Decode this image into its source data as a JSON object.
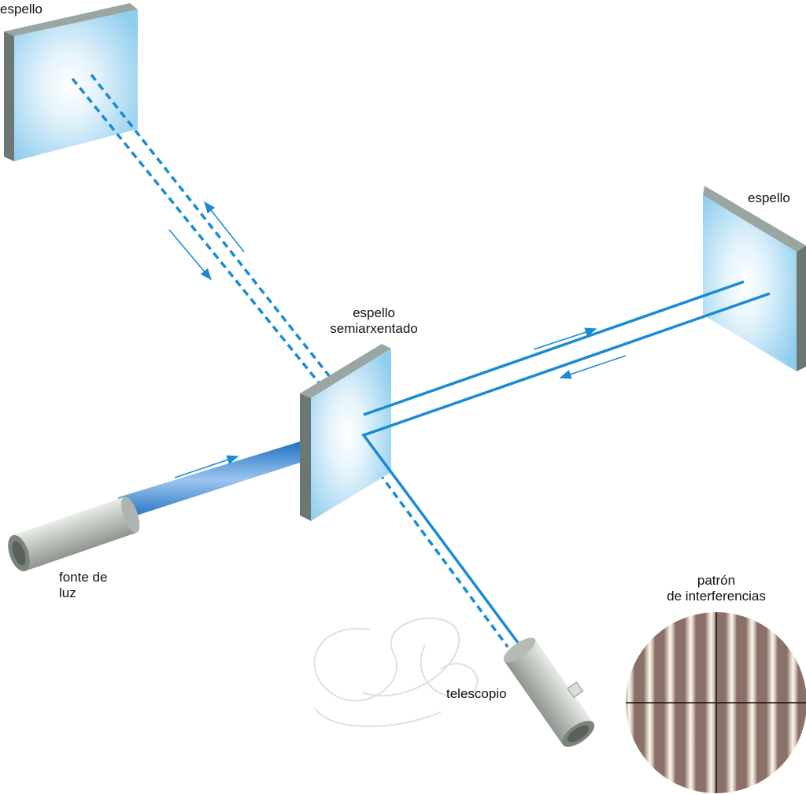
{
  "labels": {
    "mirror_top": "espello",
    "mirror_right": "espello",
    "beam_splitter_line1": "espello",
    "beam_splitter_line2": "semiarxentado",
    "light_source_line1": "fonte de",
    "light_source_line2": "luz",
    "pattern_line1": "patrón",
    "pattern_line2": "de interferencias",
    "telescope": "telescopio"
  },
  "colors": {
    "beam": "#1a8ad4",
    "mirror_edge": "#7d8a86",
    "fringe_dark": "#8a7068",
    "fringe_light": "#fdf8ec"
  }
}
